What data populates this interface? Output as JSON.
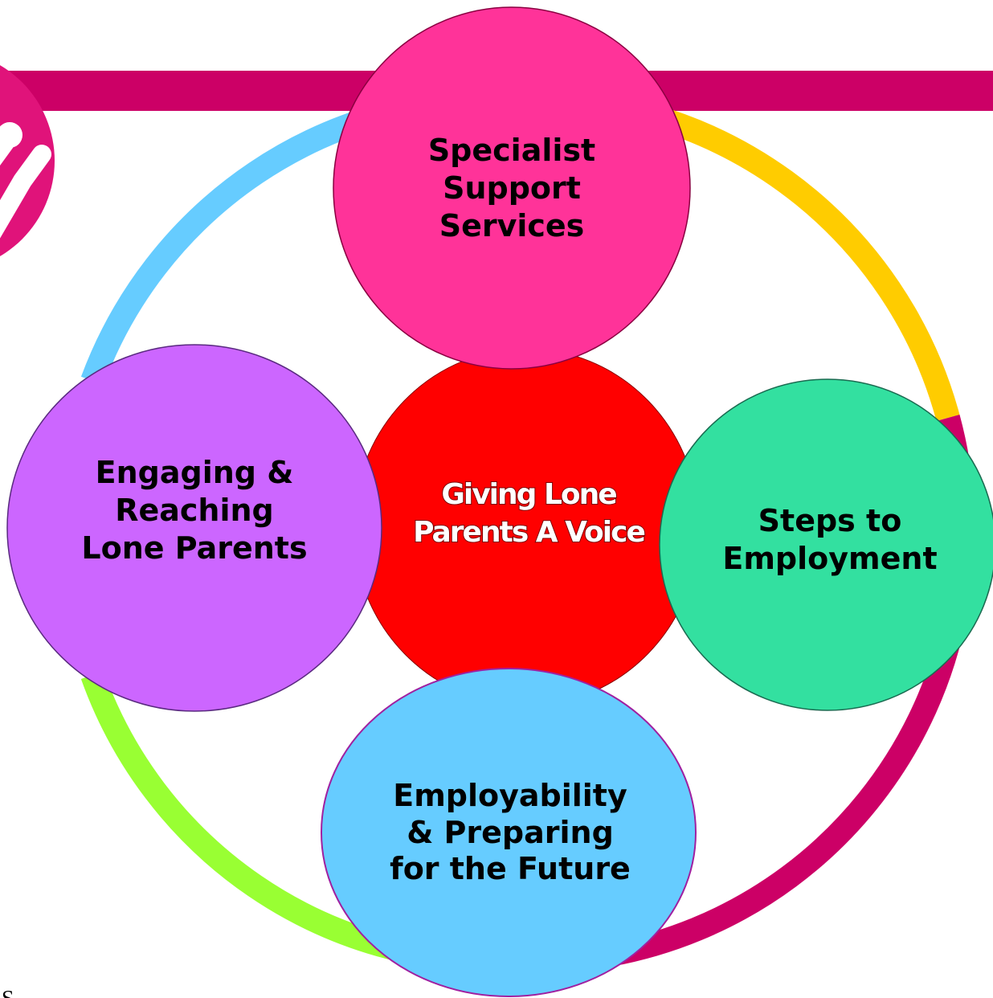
{
  "colors": {
    "header_bar": "#cc0066",
    "logo": "#e0137a",
    "ring_blue": "#66ccff",
    "ring_yellow": "#ffcc00",
    "ring_green": "#99ff33",
    "ring_magenta": "#cc0066",
    "center": "#ff0000",
    "top": "#ff3399",
    "left": "#cc66ff",
    "right": "#33e0a0",
    "bottom": "#66ccff"
  },
  "center": {
    "line1": "Giving Lone",
    "line2": "Parents  A Voice"
  },
  "nodes": {
    "top": {
      "line1": "Specialist",
      "line2": "Support",
      "line3": "Services"
    },
    "left": {
      "line1": "Engaging &",
      "line2": "Reaching",
      "line3": "Lone Parents"
    },
    "right": {
      "line1": "Steps to",
      "line2": "Employment"
    },
    "bottom": {
      "line1": "Employability",
      "line2": "& Preparing",
      "line3": "for the Future"
    }
  },
  "footer": {
    "text": "S"
  }
}
